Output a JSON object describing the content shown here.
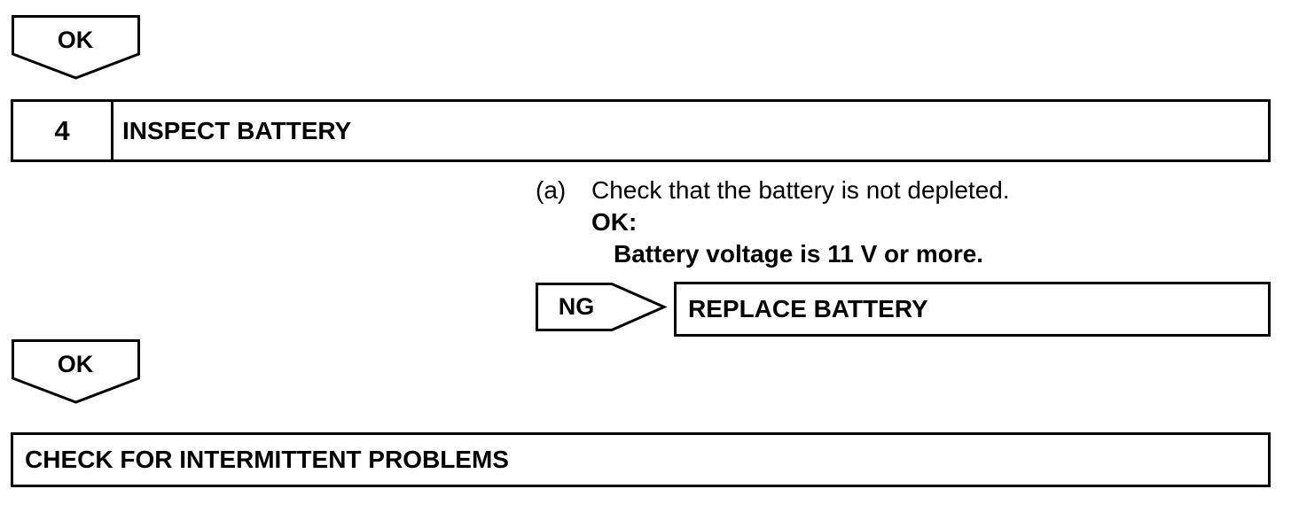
{
  "flow": {
    "ok_label_1": "OK",
    "step": {
      "number": "4",
      "title": "INSPECT BATTERY"
    },
    "instruction": {
      "marker": "(a)",
      "text": "Check that the battery is not depleted.",
      "ok_heading": "OK:",
      "spec": "Battery voltage is 11 V or more."
    },
    "ng_label": "NG",
    "ng_action": "REPLACE BATTERY",
    "ok_label_2": "OK",
    "final_action": "CHECK FOR INTERMITTENT PROBLEMS"
  }
}
